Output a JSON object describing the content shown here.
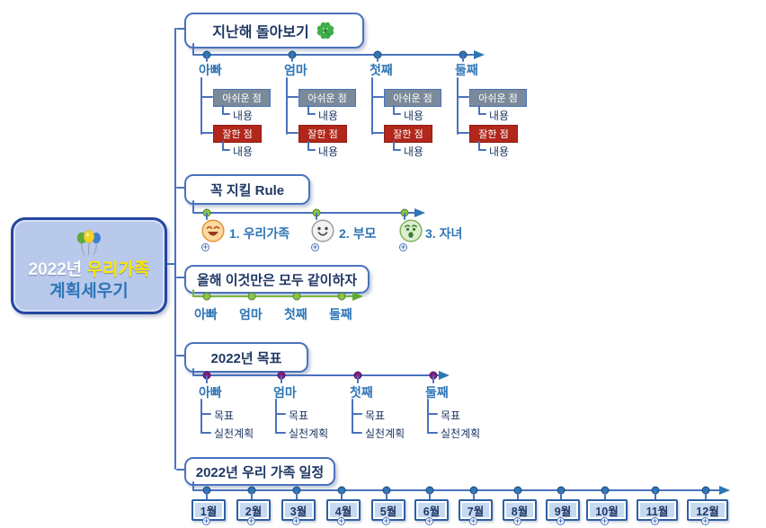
{
  "root": {
    "year": "2022년",
    "family": "우리가족",
    "line2": "계획세우기"
  },
  "branches": {
    "review": {
      "title": "지난해 돌아보기",
      "children": [
        {
          "label": "아빠",
          "weak": "아쉬운 점",
          "weak_detail": "내용",
          "good": "잘한 점",
          "good_detail": "내용"
        },
        {
          "label": "엄마",
          "weak": "아쉬운 점",
          "weak_detail": "내용",
          "good": "잘한 점",
          "good_detail": "내용"
        },
        {
          "label": "첫째",
          "weak": "아쉬운 점",
          "weak_detail": "내용",
          "good": "잘한 점",
          "good_detail": "내용"
        },
        {
          "label": "둘째",
          "weak": "아쉬운 점",
          "weak_detail": "내용",
          "good": "잘한 점",
          "good_detail": "내용"
        }
      ]
    },
    "rules": {
      "title": "꼭 지킬 Rule",
      "children": [
        {
          "label": "1. 우리가족",
          "icon": "laughing-face-icon"
        },
        {
          "label": "2. 부모",
          "icon": "smiling-face-icon"
        },
        {
          "label": "3. 자녀",
          "icon": "surprised-face-icon"
        }
      ]
    },
    "together": {
      "title": "올해 이것만은 모두 같이하자",
      "children": [
        {
          "label": "아빠"
        },
        {
          "label": "엄마"
        },
        {
          "label": "첫째"
        },
        {
          "label": "둘째"
        }
      ]
    },
    "goals": {
      "title": "2022년 목표",
      "children": [
        {
          "label": "아빠",
          "goal": "목표",
          "plan": "실천계획"
        },
        {
          "label": "엄마",
          "goal": "목표",
          "plan": "실천계획"
        },
        {
          "label": "첫째",
          "goal": "목표",
          "plan": "실천계획"
        },
        {
          "label": "둘째",
          "goal": "목표",
          "plan": "실천계획"
        }
      ]
    },
    "schedule": {
      "title": "2022년 우리 가족 일정",
      "months": [
        "1월",
        "2월",
        "3월",
        "4월",
        "5월",
        "6월",
        "7월",
        "8월",
        "9월",
        "10월",
        "11월",
        "12월"
      ]
    }
  },
  "icons": {
    "root": "balloons-icon",
    "review": "four-leaf-clover-icon",
    "expand": "plus-expand-icon"
  },
  "colors": {
    "connector_blue": "#4a72bd",
    "connector_green": "#79b83f",
    "dot_blue": "#2e75b6",
    "dot_green": "#8ac34a",
    "dot_purple": "#7b2384",
    "title_navy": "#1f3864",
    "label_blue": "#2e75b6",
    "gray_box": "#7b8a9a",
    "red_box": "#b1271b",
    "root_fill": "#b9c9ec",
    "root_border": "#2347a0",
    "month_fill": "#c6d9f0",
    "family_yellow": "#ffe600"
  }
}
